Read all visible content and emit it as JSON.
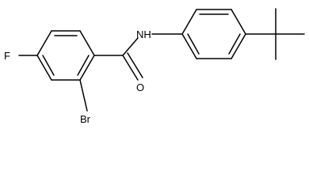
{
  "structure": {
    "atoms": {
      "fluorine": "F",
      "bromine": "Br",
      "oxygen": "O",
      "amide_nitrogen": "NH"
    }
  }
}
